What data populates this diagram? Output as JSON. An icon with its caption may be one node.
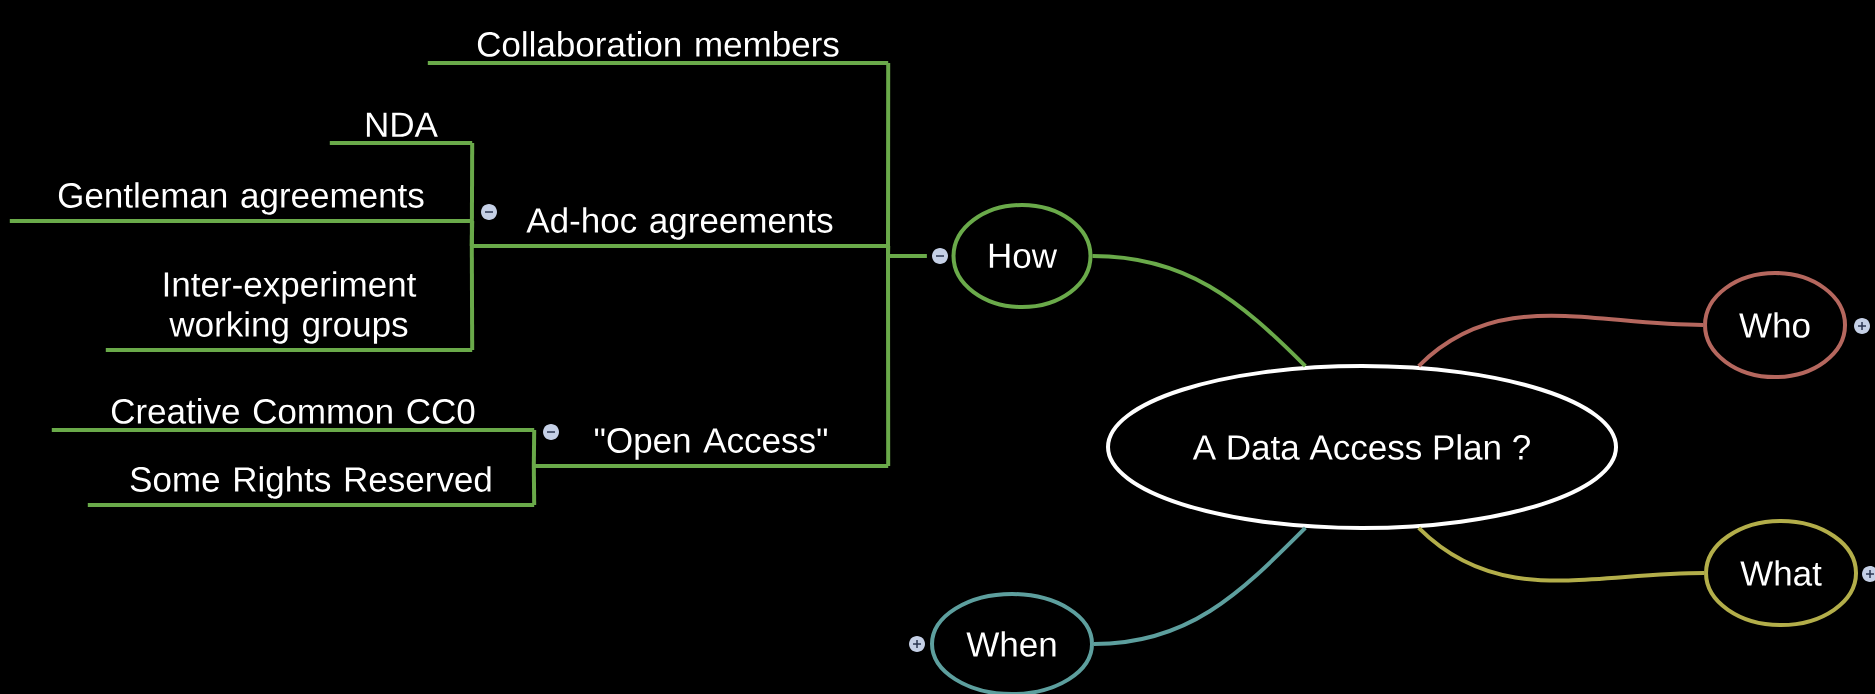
{
  "diagram": {
    "nodes": [
      {
        "text": [
          "A Data Access Plan ?"
        ]
      },
      {
        "text": [
          "How"
        ]
      },
      {
        "text": [
          "Who"
        ]
      },
      {
        "text": [
          "What"
        ]
      },
      {
        "text": [
          "When"
        ]
      },
      {
        "text": [
          "Collaboration members"
        ]
      },
      {
        "text": [
          "Ad-hoc agreements"
        ]
      },
      {
        "text": [
          "\"Open Access\""
        ]
      },
      {
        "text": [
          "NDA"
        ]
      },
      {
        "text": [
          "Gentleman agreements"
        ]
      },
      {
        "text": [
          "Inter-experiment working groups"
        ]
      },
      {
        "text": [
          "Creative Common CC0"
        ]
      },
      {
        "text": [
          "Some Rights Reserved"
        ]
      }
    ],
    "edges": [
      {
        "from": 0,
        "to": 1,
        "arrow": "none"
      },
      {
        "from": 0,
        "to": 2,
        "arrow": "none",
        "color": "#b5675e"
      },
      {
        "from": 0,
        "to": 3,
        "arrow": "none",
        "color": "#b3ae4a"
      },
      {
        "from": 0,
        "to": 4,
        "arrow": "none",
        "color": "#5d9f9e"
      },
      {
        "from": 1,
        "to": 5,
        "arrow": "none"
      },
      {
        "from": 1,
        "to": 6,
        "arrow": "none"
      },
      {
        "from": 1,
        "to": 7,
        "arrow": "none"
      },
      {
        "from": 6,
        "to": 8,
        "arrow": "none"
      },
      {
        "from": 6,
        "to": 9,
        "arrow": "none"
      },
      {
        "from": 6,
        "to": 10,
        "arrow": "none"
      },
      {
        "from": 7,
        "to": 11,
        "arrow": "none"
      },
      {
        "from": 7,
        "to": 12,
        "arrow": "none"
      }
    ]
  }
}
